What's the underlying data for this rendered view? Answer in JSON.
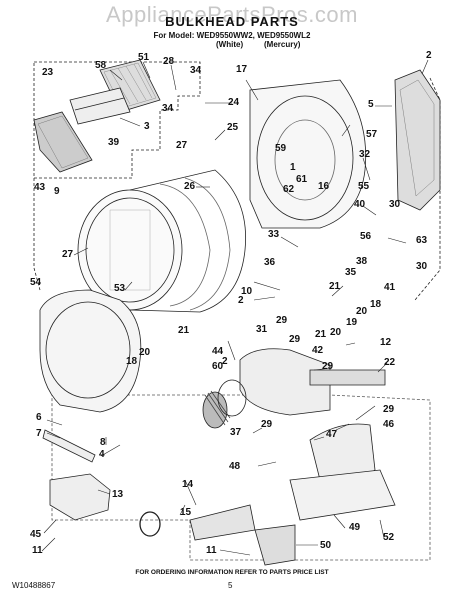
{
  "header": {
    "watermark": "AppliancePartsPros.com",
    "title": "BULKHEAD PARTS",
    "models_line": "For Model: WED9550WW2, WED9550WL2",
    "color_white": "(White)",
    "color_mercury": "(Mercury)"
  },
  "callouts": {
    "c58": "58",
    "c51": "51",
    "c28": "28",
    "c34a": "34",
    "c34b": "34",
    "c23": "23",
    "c24": "24",
    "c3": "3",
    "c39": "39",
    "c43": "43",
    "c9": "9",
    "c25": "25",
    "c27a": "27",
    "c26": "26",
    "c27b": "27",
    "c53": "53",
    "c54": "54",
    "c17": "17",
    "c2a": "2",
    "c5": "5",
    "c57": "57",
    "c59": "59",
    "c1": "1",
    "c61": "61",
    "c62": "62",
    "c16": "16",
    "c32": "32",
    "c55": "55",
    "c40": "40",
    "c56": "56",
    "c33": "33",
    "c30a": "30",
    "c63": "63",
    "c38": "38",
    "c36": "36",
    "c35": "35",
    "c10": "10",
    "c2b": "2",
    "c30b": "30",
    "c41": "41",
    "c18a": "18",
    "c20a": "20",
    "c19": "19",
    "c21a": "21",
    "c21b": "21",
    "c20b": "20",
    "c21c": "21",
    "c20c": "20",
    "c18b": "18",
    "c44": "44",
    "c2c": "2",
    "c60": "60",
    "c31": "31",
    "c29a": "29",
    "c29b": "29",
    "c42": "42",
    "c12": "12",
    "c22": "22",
    "c29c": "29",
    "c6": "6",
    "c7": "7",
    "c8": "8",
    "c4": "4",
    "c37": "37",
    "c29d": "29",
    "c29e": "29",
    "c46": "46",
    "c47": "47",
    "c48": "48",
    "c13": "13",
    "c14": "14",
    "c15": "15",
    "c45": "45",
    "c11a": "11",
    "c52": "52",
    "c49": "49",
    "c11b": "11",
    "c50": "50"
  },
  "footer": {
    "doc_number": "W10488867",
    "ordering_info": "FOR ORDERING INFORMATION REFER TO PARTS PRICE LIST",
    "page_number": "5"
  }
}
